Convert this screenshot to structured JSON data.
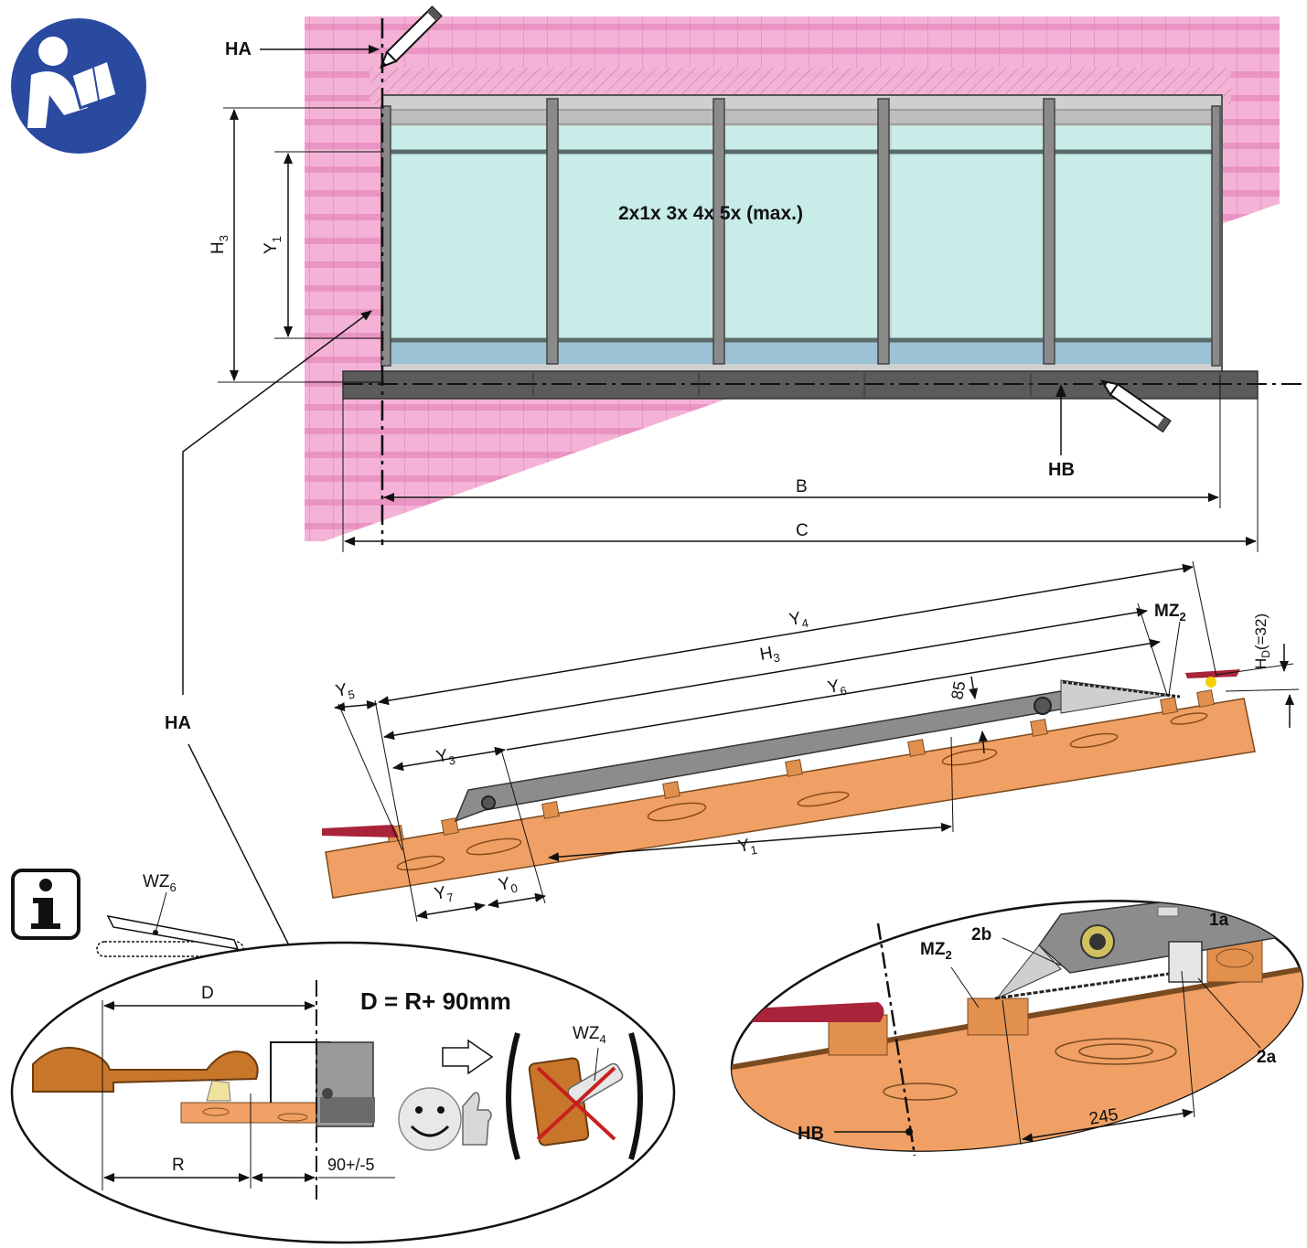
{
  "top_view": {
    "label_ha": "HA",
    "label_hb": "HB",
    "label_h3": "H",
    "label_h3_sub": "3",
    "label_y1": "Y",
    "label_y1_sub": "1",
    "panel_text": "2x1x 3x 4x 5x (max.)",
    "label_b": "B",
    "label_c": "C"
  },
  "side_view": {
    "label_y4": "Y",
    "label_y4_sub": "4",
    "label_h3": "H",
    "label_h3_sub": "3",
    "label_y6": "Y",
    "label_y6_sub": "6",
    "label_y5": "Y",
    "label_y5_sub": "5",
    "label_y3": "Y",
    "label_y3_sub": "3",
    "label_y1": "Y",
    "label_y1_sub": "1",
    "label_y7": "Y",
    "label_y7_sub": "7",
    "label_y0": "Y",
    "label_y0_sub": "0",
    "label_85": "85",
    "label_mz2": "MZ",
    "label_mz2_sub": "2",
    "label_hd": "H",
    "label_hd_sub": "D",
    "label_hd_value": "(=32)"
  },
  "left_detail": {
    "label_ha": "HA",
    "label_wz6": "WZ",
    "label_wz6_sub": "6",
    "label_d": "D",
    "label_r": "R",
    "label_tol": "90+/-5",
    "formula": "D = R+ 90mm",
    "label_wz4": "WZ",
    "label_wz4_sub": "4"
  },
  "right_detail": {
    "label_mz2": "MZ",
    "label_mz2_sub": "2",
    "label_2b": "2b",
    "label_1a": "1a",
    "label_2a": "2a",
    "label_245": "245",
    "label_hb": "HB"
  },
  "icons": [
    "read-manual-icon",
    "info-icon",
    "pencil-icon",
    "smiley-thumbs-up-icon",
    "arrow-right-icon",
    "drill-prohibited-icon"
  ],
  "colors": {
    "roof_pink": "#f2a9d0",
    "glass": "#c8ece8",
    "glass_bottom": "#9cc2d6",
    "frame_gray": "#7b7b7b",
    "rail_dark": "#5b5b5b",
    "wood": "#f0a064",
    "flashing_red": "#a8243a",
    "manual_blue": "#2a4aa0"
  }
}
